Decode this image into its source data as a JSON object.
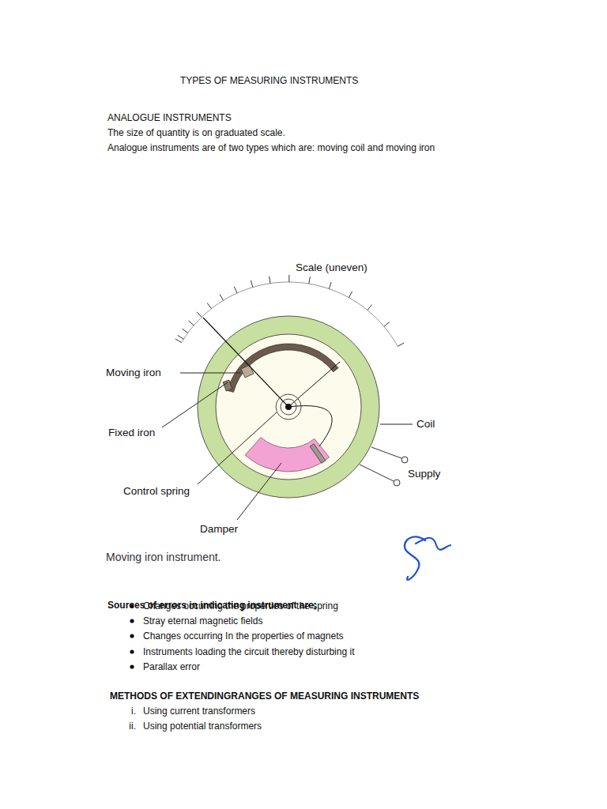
{
  "diagram": {
    "title": "TYPES OF MEASURING INSTRUMENTS",
    "caption": "Moving iron instrument.",
    "labels": [
      "ANALOGUE INSTRUMENTS",
      "The size of quantity is on graduated scale.",
      "Analogue instruments are of two types which are: moving coil and moving iron",
      "Scale (uneven)",
      "Moving iron",
      "Fixed iron",
      "Coil",
      "Supply",
      "Control spring",
      "Damper",
      "Sources of errors in indicating instrument are;",
      "Changes occurring the properties of the spring",
      "Stray eternal magnetic fields",
      "Changes occurring In the properties of magnets",
      "Instruments loading the circuit thereby disturbing it",
      "Parallax error",
      "METHODS OF EXTENDINGRANGES OF MEASURING INSTRUMENTS",
      "i.",
      "Using current transformers",
      "ii.",
      "Using potential transformers"
    ]
  }
}
